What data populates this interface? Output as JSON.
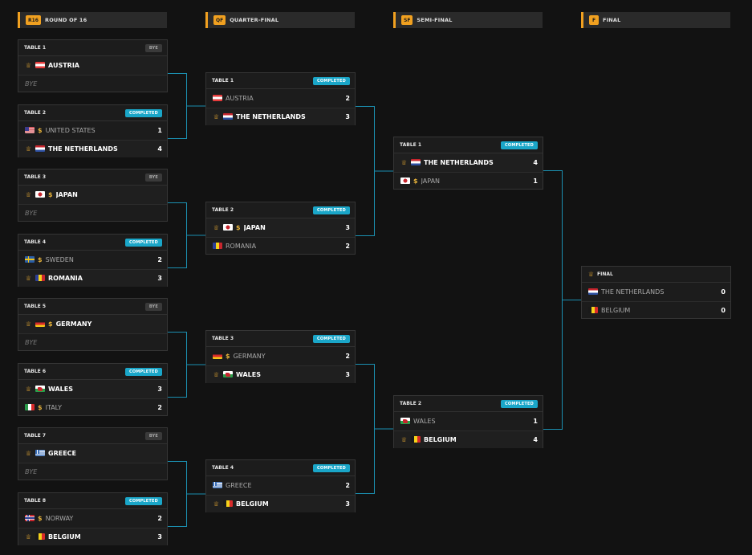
{
  "rounds": [
    {
      "badge": "R16",
      "title": "ROUND OF 16"
    },
    {
      "badge": "QF",
      "title": "QUARTER-FINAL"
    },
    {
      "badge": "SF",
      "title": "SEMI-FINAL"
    },
    {
      "badge": "F",
      "title": "FINAL"
    }
  ],
  "r16": [
    {
      "title": "TABLE 1",
      "status": "BYE",
      "teams": [
        {
          "name": "AUSTRIA",
          "flag": "austria",
          "trophy": true,
          "coin": false,
          "score": "",
          "win": true
        },
        {
          "empty": "BYE"
        }
      ]
    },
    {
      "title": "TABLE 2",
      "status": "COMPLETED",
      "teams": [
        {
          "name": "UNITED STATES",
          "flag": "usa",
          "trophy": false,
          "coin": true,
          "score": "1",
          "win": false
        },
        {
          "name": "THE NETHERLANDS",
          "flag": "netherlands",
          "trophy": true,
          "coin": false,
          "score": "4",
          "win": true
        }
      ]
    },
    {
      "title": "TABLE 3",
      "status": "BYE",
      "teams": [
        {
          "name": "JAPAN",
          "flag": "japan",
          "trophy": true,
          "coin": true,
          "score": "",
          "win": true
        },
        {
          "empty": "BYE"
        }
      ]
    },
    {
      "title": "TABLE 4",
      "status": "COMPLETED",
      "teams": [
        {
          "name": "SWEDEN",
          "flag": "sweden",
          "trophy": false,
          "coin": true,
          "score": "2",
          "win": false
        },
        {
          "name": "ROMANIA",
          "flag": "romania",
          "trophy": true,
          "coin": false,
          "score": "3",
          "win": true
        }
      ]
    },
    {
      "title": "TABLE 5",
      "status": "BYE",
      "teams": [
        {
          "name": "GERMANY",
          "flag": "germany",
          "trophy": true,
          "coin": true,
          "score": "",
          "win": true
        },
        {
          "empty": "BYE"
        }
      ]
    },
    {
      "title": "TABLE 6",
      "status": "COMPLETED",
      "teams": [
        {
          "name": "WALES",
          "flag": "wales",
          "trophy": true,
          "coin": false,
          "score": "3",
          "win": true
        },
        {
          "name": "ITALY",
          "flag": "italy",
          "trophy": false,
          "coin": true,
          "score": "2",
          "win": false
        }
      ]
    },
    {
      "title": "TABLE 7",
      "status": "BYE",
      "teams": [
        {
          "name": "GREECE",
          "flag": "greece",
          "trophy": true,
          "coin": false,
          "score": "",
          "win": true
        },
        {
          "empty": "BYE"
        }
      ]
    },
    {
      "title": "TABLE 8",
      "status": "COMPLETED",
      "teams": [
        {
          "name": "NORWAY",
          "flag": "norway",
          "trophy": false,
          "coin": true,
          "score": "2",
          "win": false
        },
        {
          "name": "BELGIUM",
          "flag": "belgium",
          "trophy": true,
          "coin": false,
          "score": "3",
          "win": true
        }
      ]
    }
  ],
  "qf": [
    {
      "title": "TABLE 1",
      "status": "COMPLETED",
      "teams": [
        {
          "name": "AUSTRIA",
          "flag": "austria",
          "trophy": false,
          "coin": false,
          "score": "2",
          "win": false
        },
        {
          "name": "THE NETHERLANDS",
          "flag": "netherlands",
          "trophy": true,
          "coin": false,
          "score": "3",
          "win": true
        }
      ]
    },
    {
      "title": "TABLE 2",
      "status": "COMPLETED",
      "teams": [
        {
          "name": "JAPAN",
          "flag": "japan",
          "trophy": true,
          "coin": true,
          "score": "3",
          "win": true
        },
        {
          "name": "ROMANIA",
          "flag": "romania",
          "trophy": false,
          "coin": false,
          "score": "2",
          "win": false
        }
      ]
    },
    {
      "title": "TABLE 3",
      "status": "COMPLETED",
      "teams": [
        {
          "name": "GERMANY",
          "flag": "germany",
          "trophy": false,
          "coin": true,
          "score": "2",
          "win": false
        },
        {
          "name": "WALES",
          "flag": "wales",
          "trophy": true,
          "coin": false,
          "score": "3",
          "win": true
        }
      ]
    },
    {
      "title": "TABLE 4",
      "status": "COMPLETED",
      "teams": [
        {
          "name": "GREECE",
          "flag": "greece",
          "trophy": false,
          "coin": false,
          "score": "2",
          "win": false
        },
        {
          "name": "BELGIUM",
          "flag": "belgium",
          "trophy": true,
          "coin": false,
          "score": "3",
          "win": true
        }
      ]
    }
  ],
  "sf": [
    {
      "title": "TABLE 1",
      "status": "COMPLETED",
      "teams": [
        {
          "name": "THE NETHERLANDS",
          "flag": "netherlands",
          "trophy": true,
          "coin": false,
          "score": "4",
          "win": true
        },
        {
          "name": "JAPAN",
          "flag": "japan",
          "trophy": false,
          "coin": true,
          "score": "1",
          "win": false
        }
      ]
    },
    {
      "title": "TABLE 2",
      "status": "COMPLETED",
      "teams": [
        {
          "name": "WALES",
          "flag": "wales",
          "trophy": false,
          "coin": false,
          "score": "1",
          "win": false
        },
        {
          "name": "BELGIUM",
          "flag": "belgium",
          "trophy": true,
          "coin": false,
          "score": "4",
          "win": true
        }
      ]
    }
  ],
  "final": [
    {
      "title": "FINAL",
      "status": "",
      "trophyTitle": true,
      "teams": [
        {
          "name": "THE NETHERLANDS",
          "flag": "netherlands",
          "trophy": false,
          "coin": false,
          "score": "0",
          "win": false
        },
        {
          "name": "BELGIUM",
          "flag": "belgium",
          "trophy": false,
          "coin": false,
          "score": "0",
          "win": false
        }
      ]
    }
  ],
  "colors": {
    "accent": "#f0a020",
    "completed": "#1aa6c8",
    "connector": "#1b8fb0"
  }
}
